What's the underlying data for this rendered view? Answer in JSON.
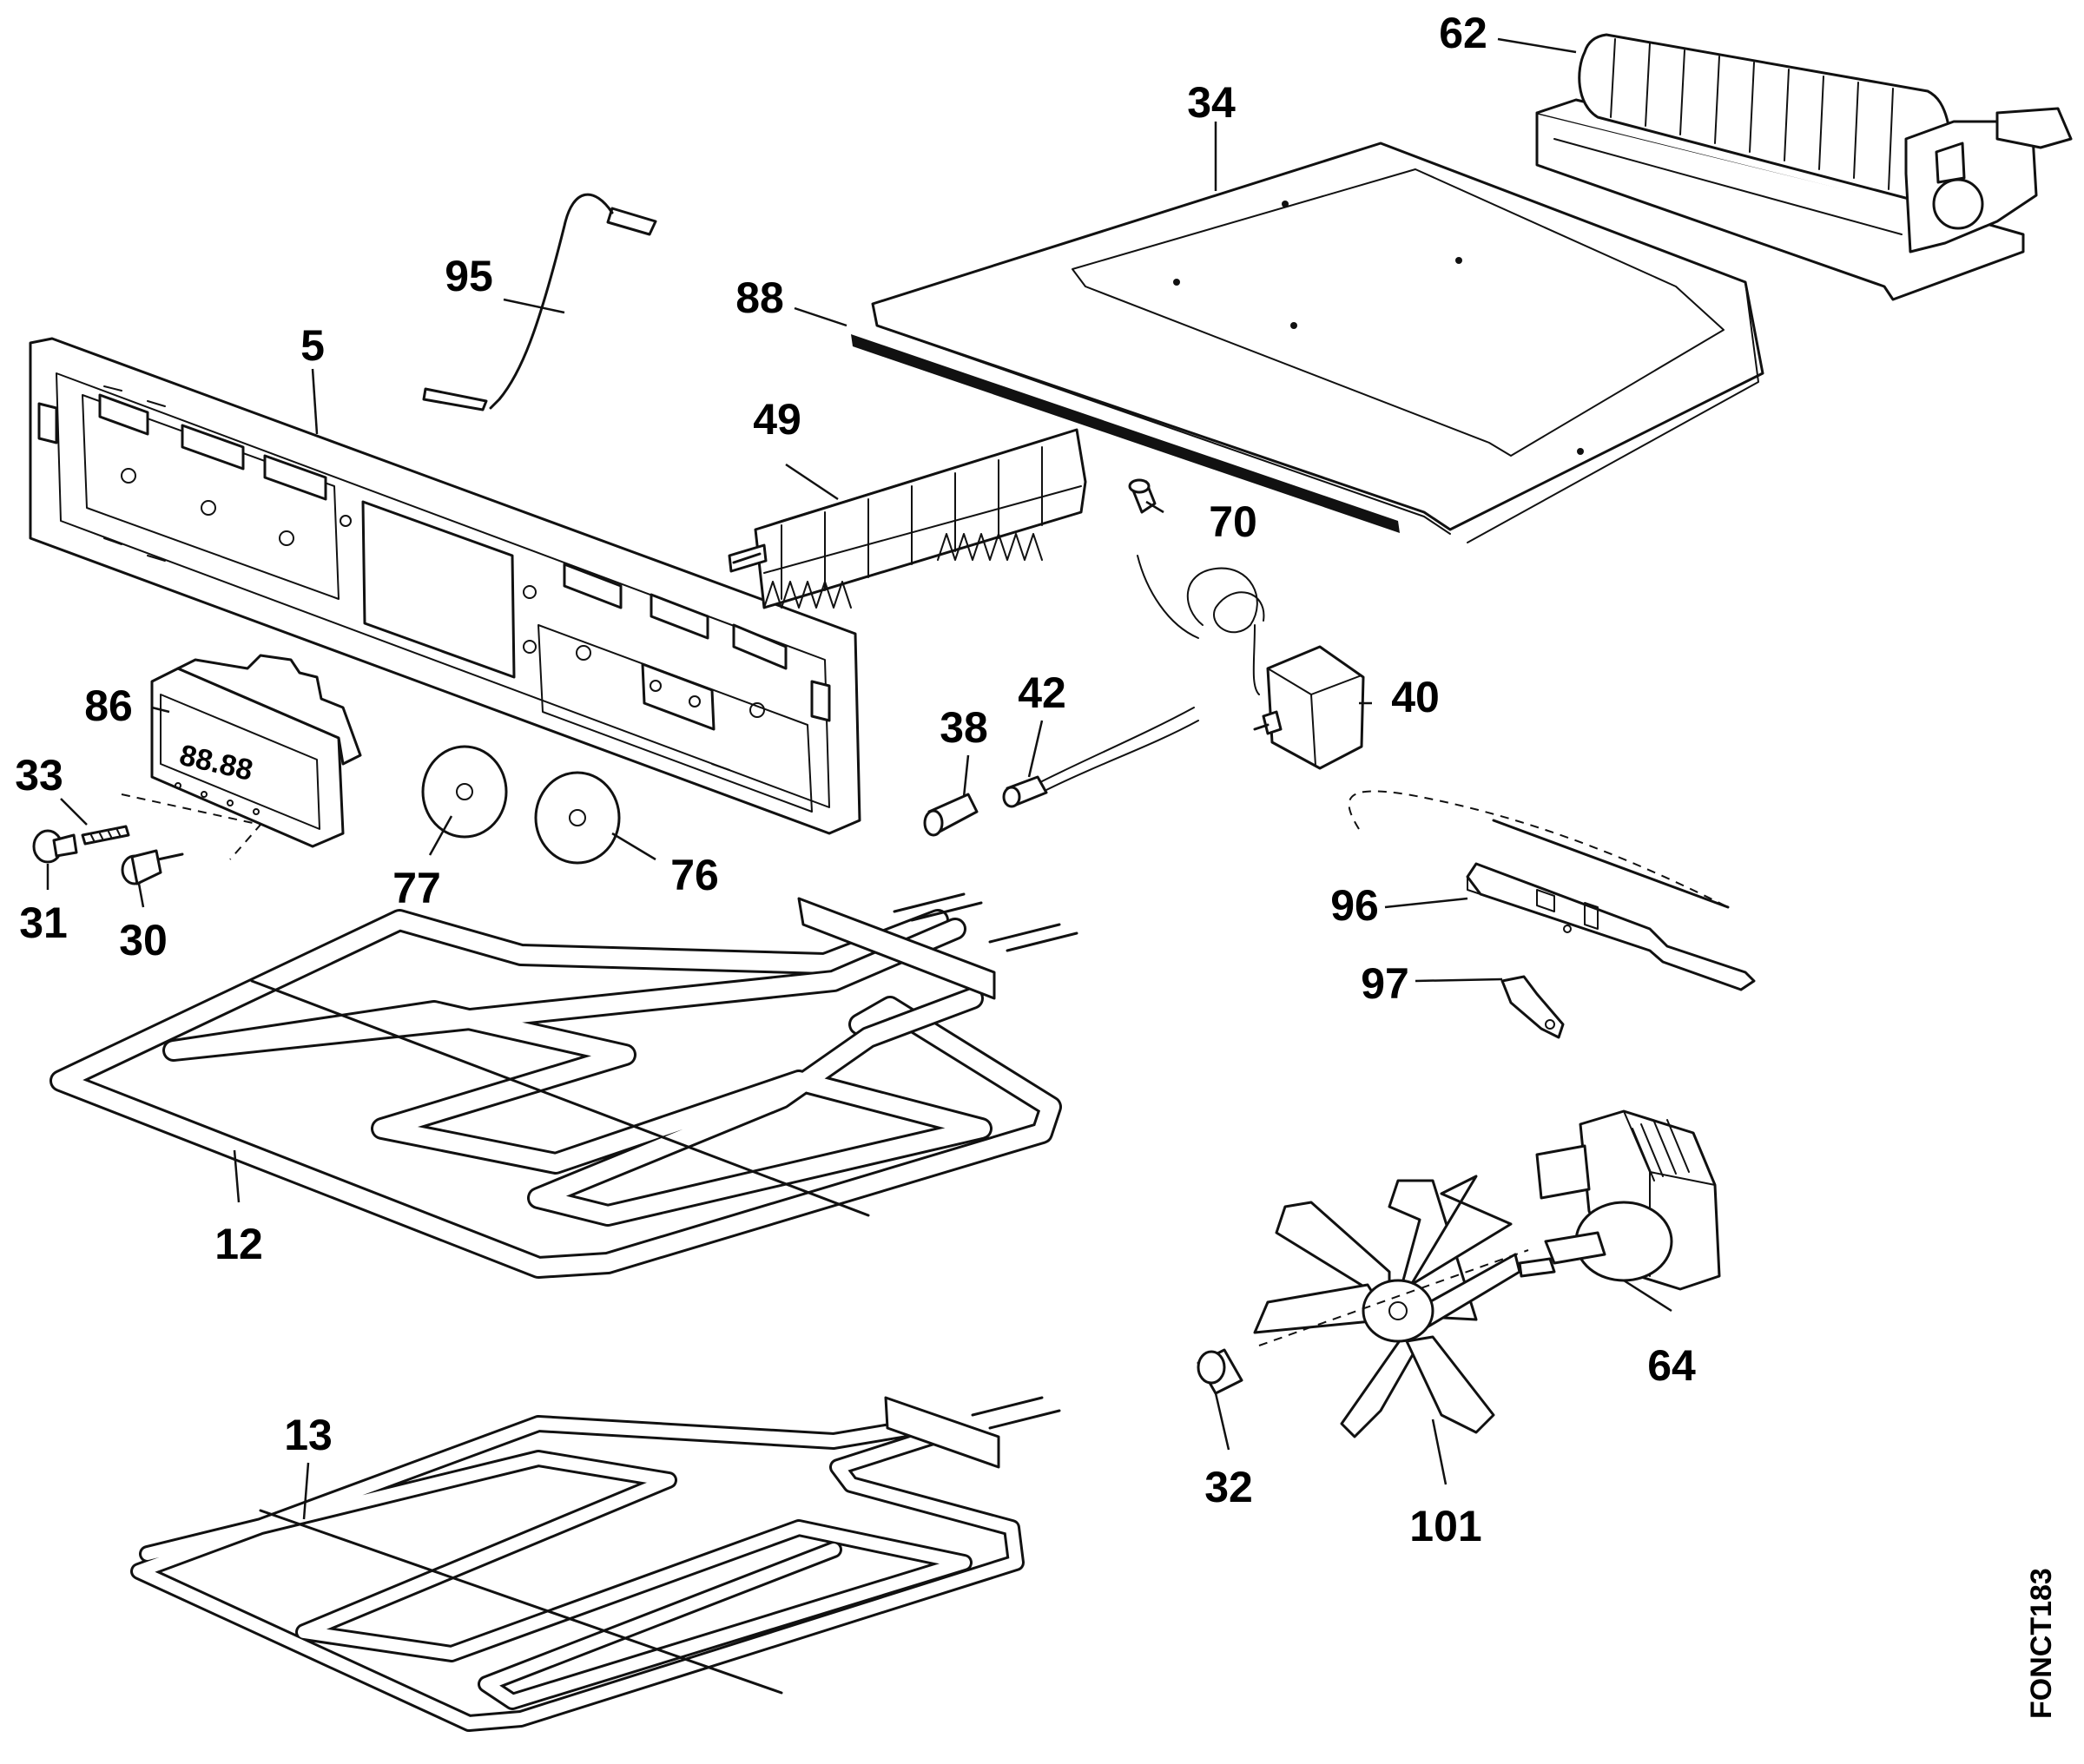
{
  "drawing_code": "FONCT183",
  "callouts": [
    {
      "id": "62",
      "label": "62"
    },
    {
      "id": "34",
      "label": "34"
    },
    {
      "id": "95",
      "label": "95"
    },
    {
      "id": "88",
      "label": "88"
    },
    {
      "id": "5",
      "label": "5"
    },
    {
      "id": "49",
      "label": "49"
    },
    {
      "id": "70",
      "label": "70"
    },
    {
      "id": "86",
      "label": "86"
    },
    {
      "id": "38",
      "label": "38"
    },
    {
      "id": "42",
      "label": "42"
    },
    {
      "id": "40",
      "label": "40"
    },
    {
      "id": "33",
      "label": "33"
    },
    {
      "id": "31",
      "label": "31"
    },
    {
      "id": "30",
      "label": "30"
    },
    {
      "id": "77",
      "label": "77"
    },
    {
      "id": "76",
      "label": "76"
    },
    {
      "id": "96",
      "label": "96"
    },
    {
      "id": "97",
      "label": "97"
    },
    {
      "id": "12",
      "label": "12"
    },
    {
      "id": "13",
      "label": "13"
    },
    {
      "id": "64",
      "label": "64"
    },
    {
      "id": "32",
      "label": "32"
    },
    {
      "id": "101",
      "label": "101"
    }
  ],
  "display_readout": "88.88"
}
